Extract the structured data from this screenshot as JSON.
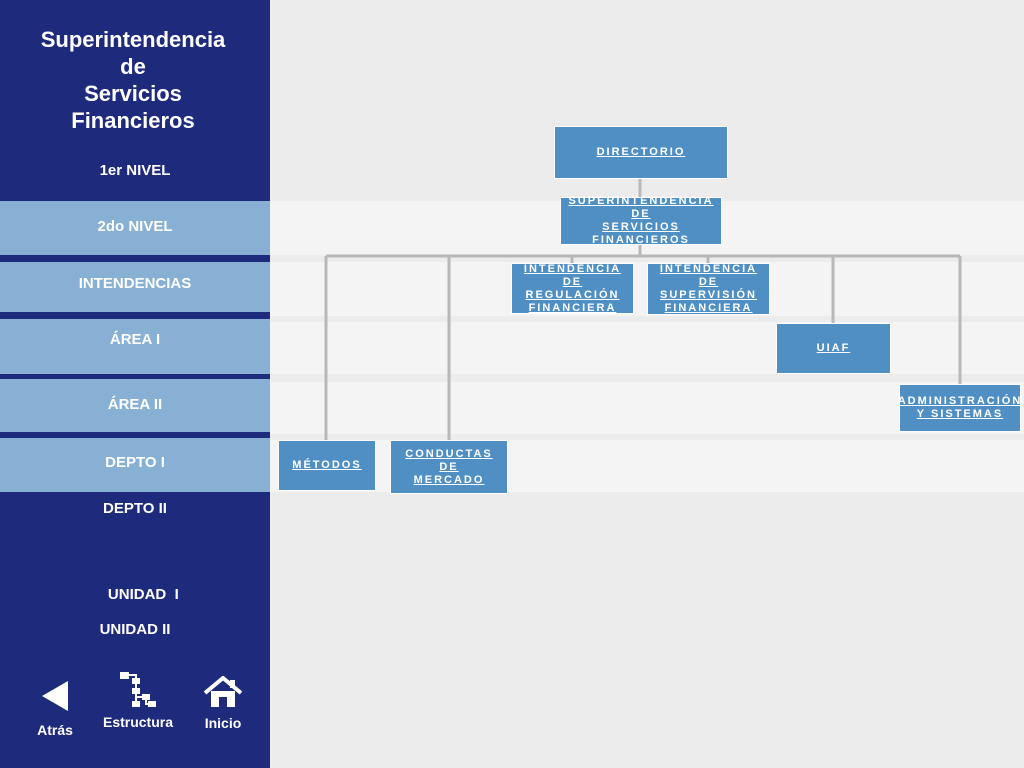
{
  "sidebar": {
    "title_lines": [
      "Superintendencia",
      "de",
      "Servicios",
      "Financieros"
    ],
    "levels": [
      "1er NIVEL",
      "2do NIVEL",
      "INTENDENCIAS",
      "ÁREA I",
      "ÁREA II",
      "DEPTO I",
      "DEPTO II",
      "UNIDAD  I",
      "UNIDAD II"
    ]
  },
  "nav": {
    "back_label": "Atrás",
    "structure_label": "Estructura",
    "home_label": "Inicio"
  },
  "org": {
    "directorio": [
      "DIRECTORIO"
    ],
    "superintendencia": [
      "SUPERINTENDENCIA DE",
      "SERVICIOS",
      "FINANCIEROS"
    ],
    "int_regulacion": [
      "INTENDENCIA DE",
      "REGULACIÓN",
      "FINANCIERA"
    ],
    "int_supervision": [
      "INTENDENCIA DE",
      "SUPERVISIÓN",
      "FINANCIERA"
    ],
    "uiaf": [
      "UIAF"
    ],
    "administracion": [
      "ADMINISTRACIÓN",
      "Y SISTEMAS"
    ],
    "metodos": [
      "MÉTODOS"
    ],
    "conductas": [
      "CONDUCTAS",
      "DE",
      "MERCADO"
    ]
  },
  "colors": {
    "sidebar_bg": "#1e2a7c",
    "band_light": "#87b0d4",
    "box_fill": "#4f8fc4",
    "connector": "#b8b8b8"
  }
}
